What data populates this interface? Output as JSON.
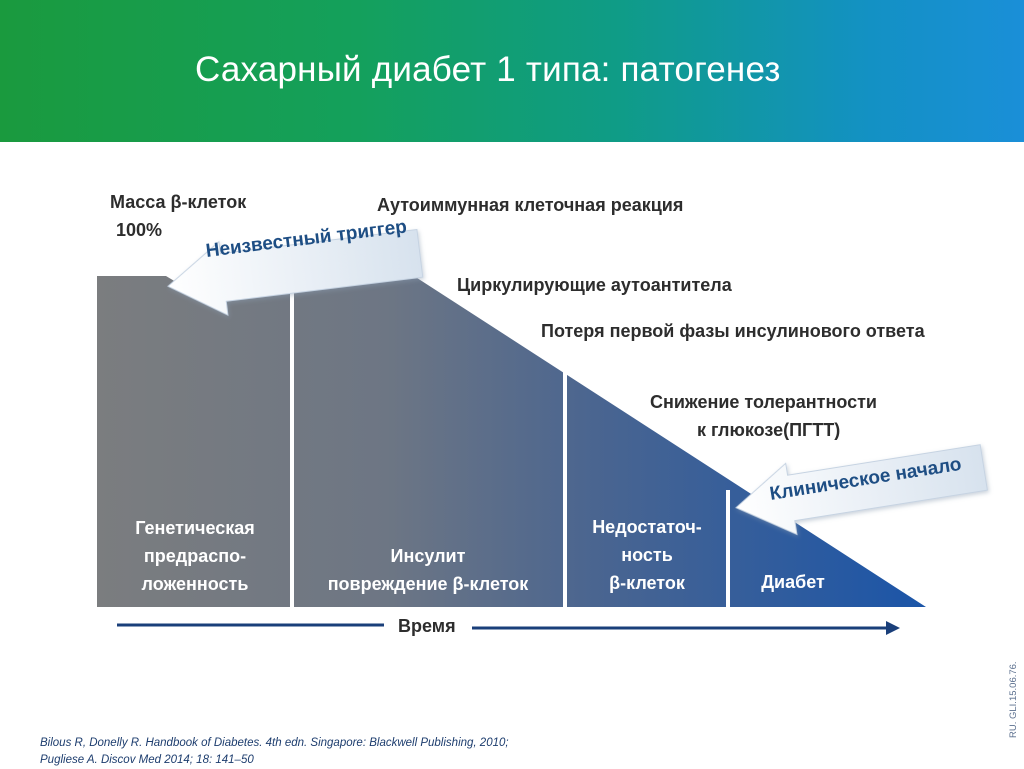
{
  "title": "Сахарный диабет 1 типа: патогенез",
  "y_axis": {
    "label": "Масса β-клеток",
    "start_value": "100%"
  },
  "x_axis": {
    "label": "Время"
  },
  "annotations": [
    "Аутоиммунная клеточная реакция",
    "Циркулирующие аутоантитела",
    "Потеря первой фазы инсулинового ответа",
    "Снижение толерантности",
    "к глюкозе(ПГТТ)"
  ],
  "triggers": {
    "unknown_trigger": "Неизвестный триггер",
    "clinical_onset": "Клиническое начало"
  },
  "stages": [
    {
      "lines": [
        "Генетическая",
        "предраспо-",
        "ложенность"
      ]
    },
    {
      "lines": [
        "Инсулит",
        "повреждение β-клеток"
      ]
    },
    {
      "lines": [
        "Недостаточ-",
        "ность",
        "β-клеток"
      ]
    },
    {
      "lines": [
        "Диабет"
      ]
    }
  ],
  "references": [
    "Bilous R, Donelly R. Handbook of Diabetes. 4th edn. Singapore: Blackwell  Publishing, 2010;",
    "Pugliese A. Discov Med 2014; 18: 141–50"
  ],
  "document_code": "RU. GLI.15.06.76.",
  "colors": {
    "header_start": "#1a9a3e",
    "header_end": "#1a8fd8",
    "shape_start": "#7a7d80",
    "shape_end": "#1b56a6",
    "arrow_fill": "#e6edf5",
    "arrow_text": "#1e4e84"
  }
}
